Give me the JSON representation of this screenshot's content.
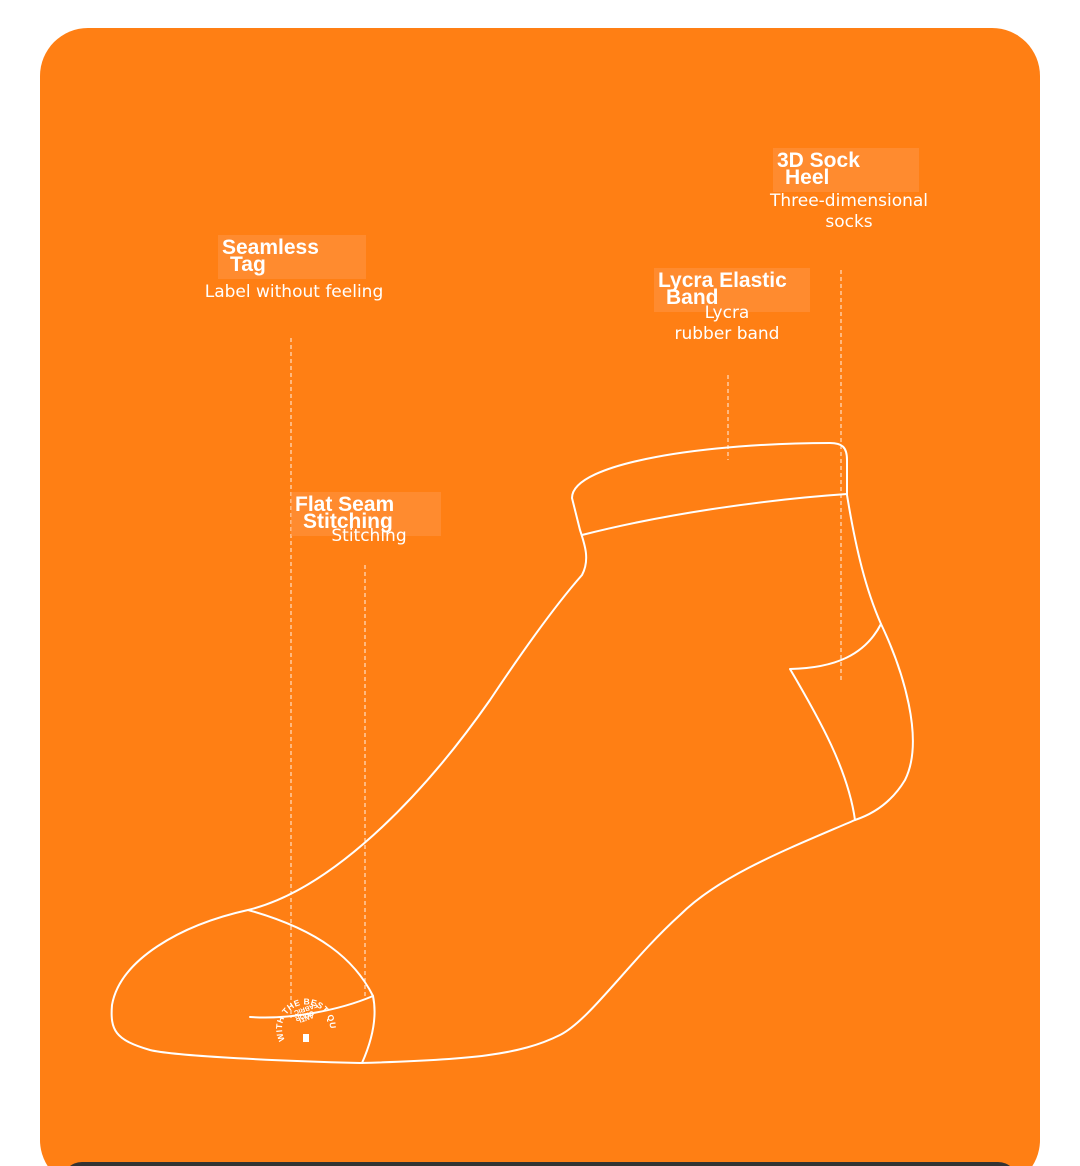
{
  "theme": {
    "panel_color": "#FF7F14",
    "line_color": "#FFFFFF",
    "bottom_bar_color": "#333333"
  },
  "callouts": {
    "sock_heel": {
      "title_line1": "3D Sock",
      "title_line2": "Heel",
      "description": "Three-dimensional\nsocks"
    },
    "seamless_tag": {
      "title_line1": "Seamless",
      "title_line2": "Tag",
      "description": "Label without feeling"
    },
    "lycra_band": {
      "title_line1": "Lycra Elastic",
      "title_line2": "Band",
      "description": "Lycra\nrubber band"
    },
    "flat_seam": {
      "title_line1": "Flat Seam",
      "title_line2": "Stitching",
      "description": "Stitching"
    }
  },
  "seal": {
    "outer_text": "WITH THE BEST QUALITY",
    "inner_line1": "ANTI",
    "inner_line2": "ODOR",
    "inner_line3": "FABRIC"
  }
}
